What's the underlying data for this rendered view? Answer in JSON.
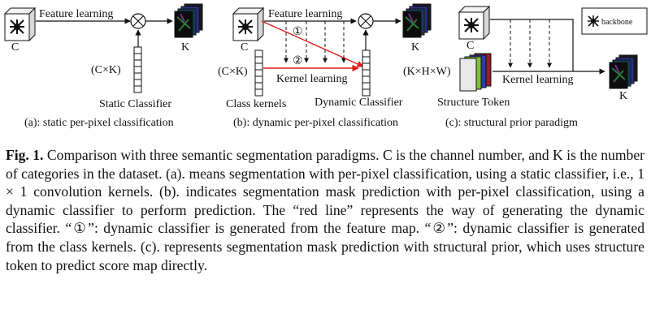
{
  "figure": {
    "panel_a": {
      "c_label": "C",
      "arrow_label": "Feature learning",
      "k_label": "K",
      "dims_label": "(C×K)",
      "classifier_label": "Static Classifier",
      "caption": "(a): static per-pixel classification"
    },
    "panel_b": {
      "c_label": "C",
      "arrow_label": "Feature learning",
      "k_label": "K",
      "dims_label": "(C×K)",
      "marker_1": "①",
      "marker_2": "②",
      "kernel_label": "Kernel learning",
      "class_kernels_label": "Class kernels",
      "classifier_label": "Dynamic Classifier",
      "caption": "(b): dynamic per-pixel classification"
    },
    "panel_c": {
      "c_label": "C",
      "backbone_label": "backbone",
      "dims_label": "(K×H×W)",
      "kernel_label": "Kernel learning",
      "token_label": "Structure Token",
      "k_label": "K",
      "caption": "(c): structural prior paradigm"
    },
    "colors": {
      "arrow_red": "#e01e1e",
      "ink": "#111111"
    }
  },
  "caption": {
    "label": "Fig. 1.",
    "text": "Comparison with three semantic segmentation paradigms. C is the channel number, and K is the number of categories in the dataset. (a). means segmentation with per-pixel classification, using a static classifier, i.e., 1 × 1 convolution kernels. (b). indicates segmentation mask prediction with per-pixel classification, using a dynamic classifier to perform prediction. The “red line” represents the way of generating the dynamic classifier. “①”: dynamic classifier is generated from the feature map. “②”: dynamic classifier is generated from the class kernels. (c). represents segmentation mask prediction with structural prior, which uses structure token to predict score map directly."
  }
}
